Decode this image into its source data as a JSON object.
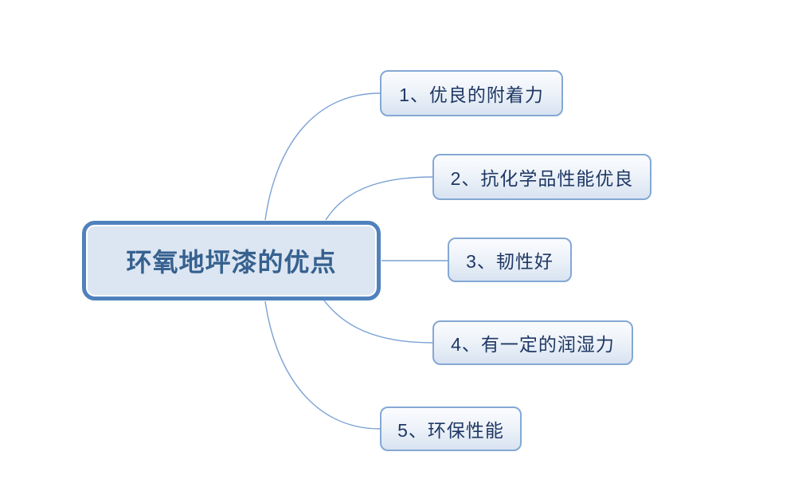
{
  "diagram": {
    "type": "mindmap",
    "root": {
      "label": "环氧地坪漆的优点"
    },
    "branches": [
      {
        "label": "1、优良的附着力"
      },
      {
        "label": "2、抗化学品性能优良"
      },
      {
        "label": "3、韧性好"
      },
      {
        "label": "4、有一定的润湿力"
      },
      {
        "label": "5、环保性能"
      }
    ],
    "colors": {
      "background": "#ffffff",
      "root_border": "#4f81bd",
      "root_fill": "#dce6f2",
      "root_text": "#36618f",
      "branch_border": "#84a8d4",
      "branch_fill_top": "#fbfcfe",
      "branch_fill_mid": "#eef3f9",
      "branch_fill_bottom": "#d8e3f1",
      "branch_text": "#1f3864",
      "connector": "#7ba2d4"
    }
  }
}
